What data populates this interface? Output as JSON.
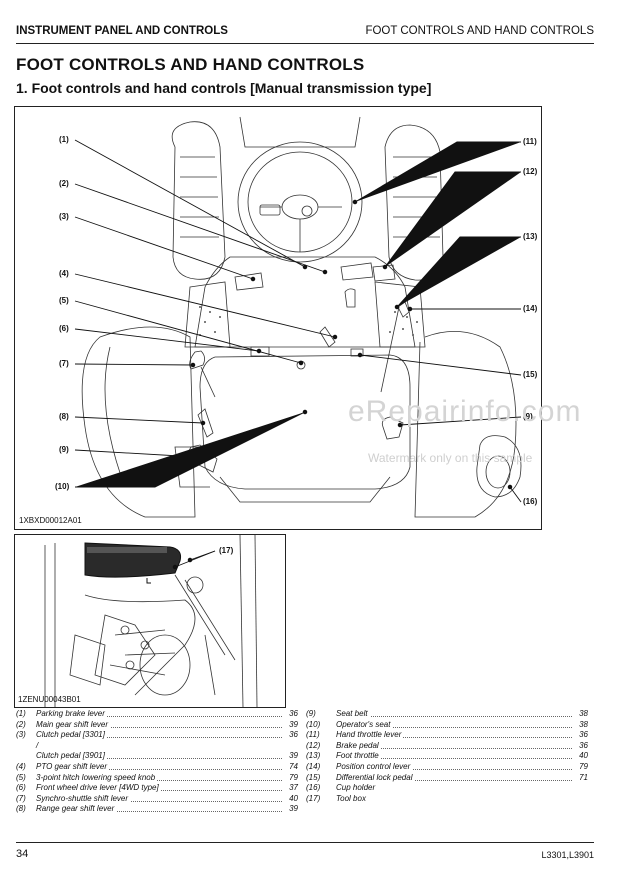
{
  "header": {
    "left": "INSTRUMENT PANEL AND CONTROLS",
    "right": "FOOT CONTROLS AND HAND CONTROLS"
  },
  "title": "FOOT CONTROLS AND HAND CONTROLS",
  "subtitle": "1. Foot controls and hand controls [Manual transmission type]",
  "figure1": {
    "code": "1XBXD00012A01",
    "callouts": [
      "(1)",
      "(2)",
      "(3)",
      "(4)",
      "(5)",
      "(6)",
      "(7)",
      "(8)",
      "(9)",
      "(10)",
      "(11)",
      "(12)",
      "(13)",
      "(14)",
      "(15)",
      "(9)",
      "(16)"
    ]
  },
  "figure2": {
    "code": "1ZENU00043B01",
    "callout": "(17)"
  },
  "watermark": {
    "main": "eRepairinfo.com",
    "sub": "Watermark only on this sample"
  },
  "list_left": [
    {
      "num": "(1)",
      "label": "Parking brake lever",
      "page": "36"
    },
    {
      "num": "(2)",
      "label": "Main gear shift lever",
      "page": "39"
    },
    {
      "num": "(3)",
      "label": "Clutch pedal [3301]",
      "page": "36"
    },
    {
      "num": "",
      "label": "/",
      "page": ""
    },
    {
      "num": "",
      "label": "Clutch pedal [3901]",
      "page": "39"
    },
    {
      "num": "(4)",
      "label": "PTO gear shift lever",
      "page": "74"
    },
    {
      "num": "(5)",
      "label": "3-point hitch lowering speed knob",
      "page": "79"
    },
    {
      "num": "(6)",
      "label": "Front wheel drive lever [4WD type]",
      "page": "37"
    },
    {
      "num": "(7)",
      "label": "Synchro-shuttle shift lever",
      "page": "40"
    },
    {
      "num": "(8)",
      "label": "Range gear shift lever",
      "page": "39"
    }
  ],
  "list_right": [
    {
      "num": "(9)",
      "label": "Seat belt",
      "page": "38"
    },
    {
      "num": "(10)",
      "label": "Operator's seat",
      "page": "38"
    },
    {
      "num": "(11)",
      "label": "Hand throttle lever",
      "page": "36"
    },
    {
      "num": "(12)",
      "label": "Brake pedal",
      "page": "36"
    },
    {
      "num": "(13)",
      "label": "Foot throttle",
      "page": "40"
    },
    {
      "num": "(14)",
      "label": "Position control lever",
      "page": "79"
    },
    {
      "num": "(15)",
      "label": "Differential lock pedal",
      "page": "71"
    },
    {
      "num": "(16)",
      "label": "Cup holder",
      "page": ""
    },
    {
      "num": "(17)",
      "label": "Tool box",
      "page": ""
    }
  ],
  "footer": {
    "page": "34",
    "model": "L3301,L3901"
  }
}
